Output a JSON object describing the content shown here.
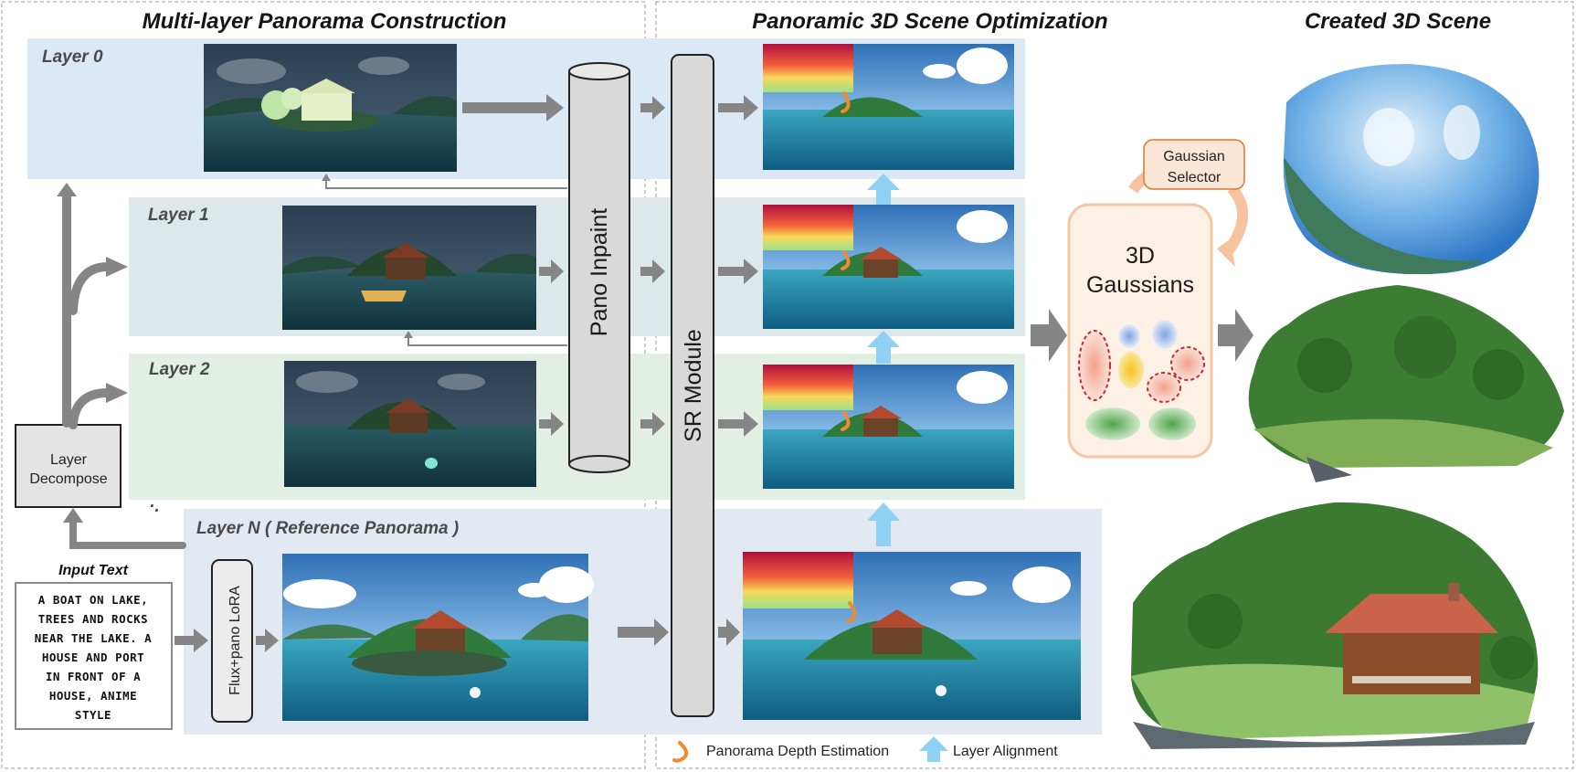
{
  "sections": {
    "construction": "Multi-layer Panorama Construction",
    "optimization": "Panoramic 3D Scene Optimization",
    "created": "Created 3D Scene"
  },
  "layers": [
    {
      "label": "Layer 0"
    },
    {
      "label": "Layer 1"
    },
    {
      "label": "Layer 2"
    },
    {
      "label": "Layer N ( Reference Panorama )"
    }
  ],
  "ellipsis": "·.",
  "input": {
    "label": "Input Text",
    "lines": [
      "A BOAT ON LAKE,",
      "TREES AND ROCKS",
      "NEAR THE LAKE. A",
      "HOUSE AND PORT",
      "IN FRONT OF A",
      "HOUSE, ANIME",
      "STYLE"
    ]
  },
  "modules": {
    "layer_decompose": [
      "Layer",
      "Decompose"
    ],
    "flux": "Flux+pano LoRA",
    "pano_inpaint": "Pano Inpaint",
    "sr": "SR Module",
    "gaussian_selector": [
      "Gaussian",
      "Selector"
    ],
    "gaussians": [
      "3D",
      "Gaussians"
    ]
  },
  "legend": {
    "depth": "Panorama Depth Estimation",
    "align": "Layer Alignment"
  },
  "colors": {
    "layer0_band": "#dbe8f5",
    "layer1_band": "#dde8ea",
    "layer2_band": "#e2f0e3",
    "layerN_band": "#e3e9f2",
    "arrow_gray": "#858585",
    "align_blue": "#8fd0f5",
    "depth_orange": "#f08a30",
    "gaussian_fill": "#fdf1e6",
    "gaussian_border": "#f4c6a3"
  }
}
